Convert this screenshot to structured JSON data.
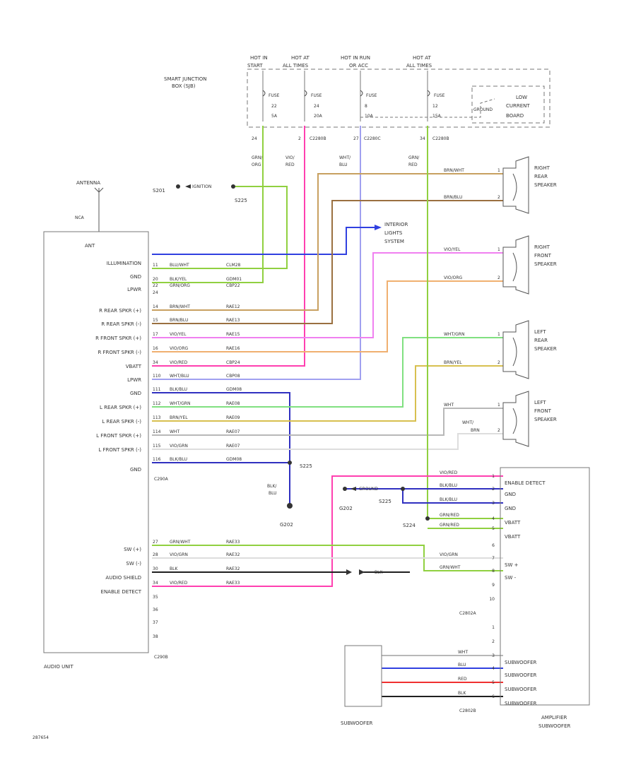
{
  "colors": {
    "green": "#90d040",
    "magenta": "#ff40b0",
    "lavender": "#a0a0f0",
    "tan": "#c8a060",
    "brown": "#9a7040",
    "blue": "#3040e0",
    "pink": "#f080f0",
    "orange": "#f0b070",
    "darkblue": "#3030c0",
    "lightgreen": "#80e080",
    "yellow": "#d8c050",
    "gray": "#b8b8b8",
    "red": "#f03030",
    "black": "#202020",
    "pale": "#dddddd"
  },
  "fusebox": {
    "title_line1": "SMART JUNCTION",
    "title_line2": "BOX (SJB)",
    "hot1_line1": "HOT IN",
    "hot1_line2": "START",
    "hot2_line1": "HOT AT",
    "hot2_line2": "ALL TIMES",
    "hot3_line1": "HOT IN RUN",
    "hot3_line2": "OR ACC",
    "hot4_line1": "HOT AT",
    "hot4_line2": "ALL TIMES",
    "f1": "FUSE",
    "f1a": "22",
    "f1b": "5A",
    "f2": "FUSE",
    "f2a": "24",
    "f2b": "20A",
    "f3": "FUSE",
    "f3a": "8",
    "f3b": "10A",
    "f4": "FUSE",
    "f4a": "12",
    "f4b": "15A",
    "board1": "LOW",
    "board2": "CURRENT",
    "board3": "BOARD",
    "ground": "GROUND"
  },
  "conn": {
    "c1pin": "24",
    "c2pin": "2",
    "c2": "C2280B",
    "c3pin": "27",
    "c3": "C2280C",
    "c4pin": "34",
    "c4": "C2280B"
  },
  "wires_top": {
    "w1a": "GRN/",
    "w1b": "ORG",
    "w2a": "VIO/",
    "w2b": "RED",
    "w3a": "WHT/",
    "w3b": "BLU",
    "w4a": "GRN/",
    "w4b": "RED"
  },
  "splices": {
    "s201": "S201",
    "s225a": "S225",
    "ign": "IGNITION",
    "s225b": "S225",
    "blk": "BLK/",
    "blu": "BLU",
    "g202a": "G202",
    "g202b": "G202",
    "s225c": "S225",
    "s224": "S224",
    "ground_amp": "GROUND"
  },
  "antenna": {
    "label": "ANTENNA",
    "sub": "NCA"
  },
  "audio": {
    "title": "AUDIO UNIT",
    "ant": "ANT",
    "c1": "C290A",
    "c2": "C290B",
    "pins": [
      {
        "label": "ILLUMINATION",
        "pin": "11",
        "color": "BLU/WHT",
        "circuit": "CLM28"
      },
      {
        "label": "GND",
        "pin": "20",
        "color": "BLK/YEL",
        "circuit": "GDM01"
      },
      {
        "label": "LPWR",
        "pin": "22",
        "color": "GRN/ORG",
        "circuit": "CBP22"
      },
      {
        "label": "",
        "pin": "24",
        "color": "",
        "circuit": ""
      },
      {
        "label": "R REAR SPKR (+)",
        "pin": "14",
        "color": "BRN/WHT",
        "circuit": "RAE12"
      },
      {
        "label": "R REAR SPKR (-)",
        "pin": "15",
        "color": "BRN/BLU",
        "circuit": "RAE13"
      },
      {
        "label": "R FRONT SPKR (+)",
        "pin": "17",
        "color": "VIO/YEL",
        "circuit": "RAE15"
      },
      {
        "label": "R FRONT SPKR (-)",
        "pin": "16",
        "color": "VIO/ORG",
        "circuit": "RAE16"
      },
      {
        "label": "VBATT",
        "pin": "34",
        "color": "VIO/RED",
        "circuit": "CBP24"
      },
      {
        "label": "LPWR",
        "pin": "110",
        "color": "WHT/BLU",
        "circuit": "CBP08"
      },
      {
        "label": "GND",
        "pin": "111",
        "color": "BLK/BLU",
        "circuit": "GDM08"
      },
      {
        "label": "L REAR SPKR (+)",
        "pin": "112",
        "color": "WHT/GRN",
        "circuit": "RAE08"
      },
      {
        "label": "L REAR SPKR (-)",
        "pin": "113",
        "color": "BRN/YEL",
        "circuit": "RAE09"
      },
      {
        "label": "L FRONT SPKR (+)",
        "pin": "114",
        "color": "WHT",
        "circuit": "RAE07"
      },
      {
        "label": "L FRONT SPKR (-)",
        "pin": "115",
        "color": "VIO/GRN",
        "circuit": "RAE07"
      },
      {
        "label": "GND",
        "pin": "116",
        "color": "BLK/BLU",
        "circuit": "GDM08"
      }
    ],
    "pins2": [
      {
        "label": "SW (+)",
        "pin": "27",
        "color": "GRN/WHT",
        "circuit": "RAE33"
      },
      {
        "label": "SW (-)",
        "pin": "28",
        "color": "VIO/GRN",
        "circuit": "RAE32"
      },
      {
        "label": "AUDIO SHIELD",
        "pin": "30",
        "color": "BLK",
        "circuit": "RAE32"
      },
      {
        "label": "ENABLE DETECT",
        "pin": "34",
        "color": "VIO/RED",
        "circuit": "RAE33"
      },
      {
        "label": "",
        "pin": "35",
        "color": "",
        "circuit": ""
      },
      {
        "label": "",
        "pin": "36",
        "color": "",
        "circuit": ""
      },
      {
        "label": "",
        "pin": "37",
        "color": "",
        "circuit": ""
      },
      {
        "label": "",
        "pin": "38",
        "color": "",
        "circuit": ""
      }
    ]
  },
  "lights": {
    "l1": "INTERIOR",
    "l2": "LIGHTS",
    "l3": "SYSTEM"
  },
  "speakers": [
    {
      "name1": "RIGHT",
      "name2": "REAR",
      "name3": "SPEAKER",
      "w1": "BRN/WHT",
      "w2": "BRN/BLU",
      "p1": "1",
      "p2": "2"
    },
    {
      "name1": "RIGHT",
      "name2": "FRONT",
      "name3": "SPEAKER",
      "w1": "VIO/YEL",
      "w2": "VIO/ORG",
      "p1": "1",
      "p2": "2"
    },
    {
      "name1": "LEFT",
      "name2": "REAR",
      "name3": "SPEAKER",
      "w1": "WHT/GRN",
      "w2": "BRN/YEL",
      "p1": "1",
      "p2": "2"
    },
    {
      "name1": "LEFT",
      "name2": "FRONT",
      "name3": "SPEAKER",
      "w1": "WHT",
      "w2a": "WHT/",
      "w2b": "BRN",
      "p1": "1",
      "p2": "2"
    }
  ],
  "amp": {
    "title1": "AMPLIFIER",
    "title2": "SUBWOOFER",
    "c1": "C2802A",
    "c2": "C2802B",
    "rows1": [
      {
        "label": "ENABLE DETECT",
        "pin": "1",
        "wire": "VIO/RED"
      },
      {
        "label": "GND",
        "pin": "2",
        "wire": "BLK/BLU"
      },
      {
        "label": "GND",
        "pin": "3",
        "wire": "BLK/BLU"
      },
      {
        "label": "VBATT",
        "pin": "4",
        "wire": "GRN/RED"
      },
      {
        "label": "VBATT",
        "pin": "5",
        "wire": "GRN/RED"
      },
      {
        "label": "",
        "pin": "6",
        "wire": ""
      },
      {
        "label": "SW +",
        "pin": "7",
        "wire": "VIO/GRN"
      },
      {
        "label": "SW -",
        "pin": "8",
        "wire": "GRN/WHT"
      },
      {
        "label": "",
        "pin": "9",
        "wire": ""
      },
      {
        "label": "",
        "pin": "10",
        "wire": ""
      }
    ],
    "rows2": [
      {
        "label": "",
        "pin": "1",
        "wire": ""
      },
      {
        "label": "",
        "pin": "2",
        "wire": ""
      },
      {
        "label": "SUBWOOFER",
        "pin": "3",
        "wire": "WHT"
      },
      {
        "label": "SUBWOOFER",
        "pin": "4",
        "wire": "BLU"
      },
      {
        "label": "SUBWOOFER",
        "pin": "5",
        "wire": "RED"
      },
      {
        "label": "SUBWOOFER",
        "pin": "6",
        "wire": "BLK"
      }
    ],
    "blk_mid": "BLK"
  },
  "subwoofer": "SUBWOOFER",
  "ref": "287654"
}
